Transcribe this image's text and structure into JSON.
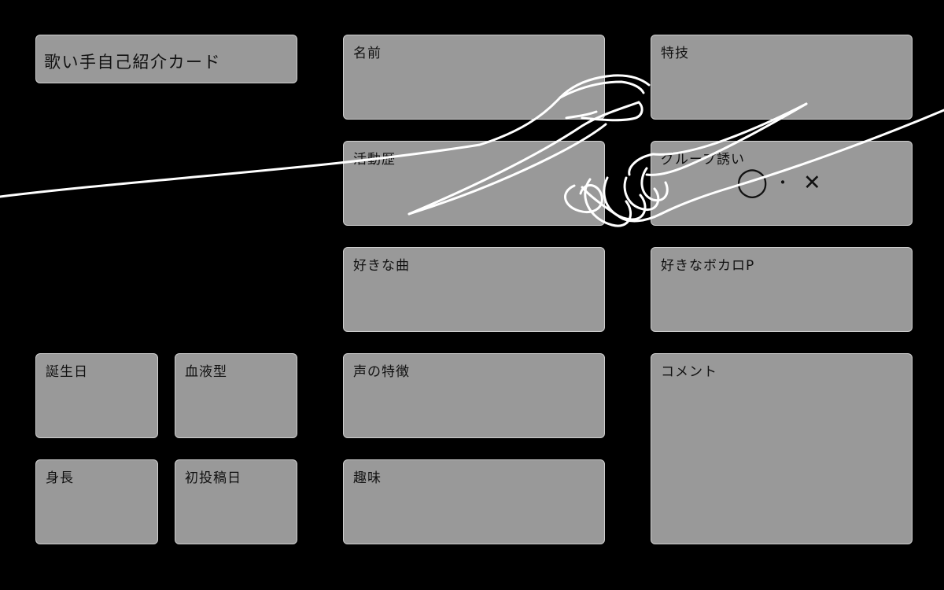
{
  "card_title": "歌い手自己紹介カード",
  "fields": {
    "name": "名前",
    "skill": "特技",
    "history": "活動歴",
    "group_invite": "グループ誘い",
    "fav_song": "好きな曲",
    "fav_vocalo_p": "好きなボカロP",
    "birthday": "誕生日",
    "blood_type": "血液型",
    "voice": "声の特徴",
    "comment": "コメント",
    "height": "身長",
    "first_post": "初投稿日",
    "hobby": "趣味"
  },
  "group_invite_choices": {
    "yes": "◯",
    "separator": "・",
    "no": "✕"
  },
  "colors": {
    "background": "#000000",
    "card_fill": "#999999",
    "card_border": "#cfcfcf",
    "text": "#111111",
    "hand_line": "#ffffff"
  },
  "icons": {
    "overlay": "reaching-hands-line-art"
  }
}
